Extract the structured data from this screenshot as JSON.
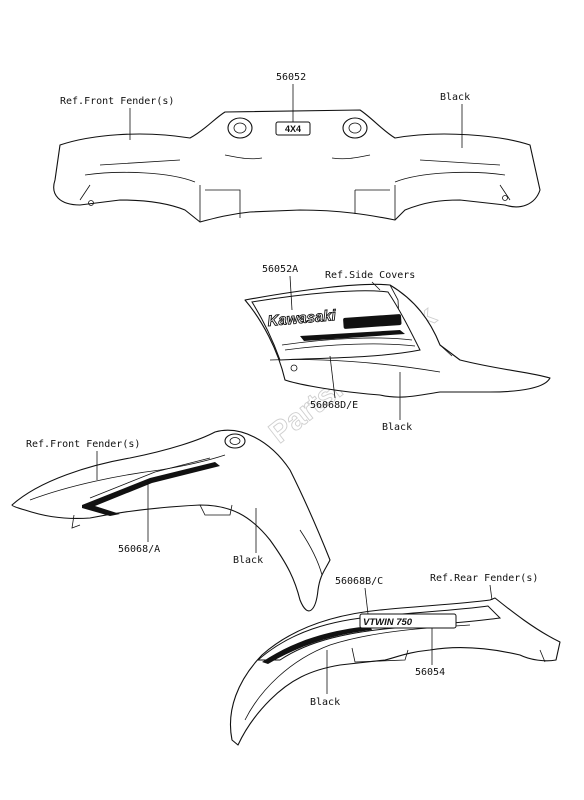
{
  "labels": {
    "top_part_number": "56052",
    "top_ref_front_fender": "Ref.Front Fender(s)",
    "top_black": "Black",
    "decal_4x4": "4X4",
    "side_part_a": "56052A",
    "side_ref_side_covers": "Ref.Side Covers",
    "side_brand": "Kawasaki",
    "side_part_de": "56068D/E",
    "side_black": "Black",
    "mid_ref_front_fender": "Ref.Front Fender(s)",
    "mid_part": "56068/A",
    "mid_black": "Black",
    "rear_part_bc": "56068B/C",
    "rear_ref_rear_fender": "Ref.Rear Fender(s)",
    "rear_brand": "VTWIN 750",
    "rear_part_54": "56054",
    "rear_black": "Black"
  },
  "watermark": "PartsRepublik"
}
